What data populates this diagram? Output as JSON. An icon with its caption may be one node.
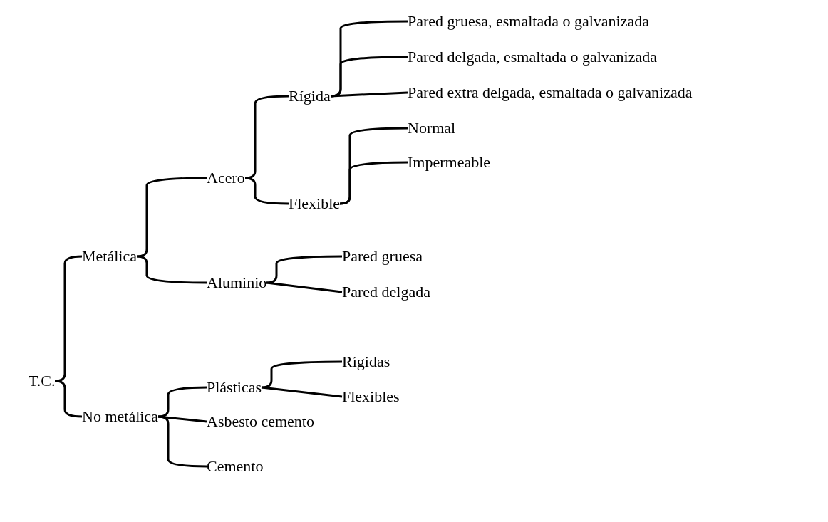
{
  "diagram": {
    "nodes": [
      {
        "text": [
          "T.C."
        ]
      },
      {
        "text": [
          "Metálica"
        ]
      },
      {
        "text": [
          "No metálica"
        ]
      },
      {
        "text": [
          "Acero"
        ]
      },
      {
        "text": [
          "Aluminio"
        ]
      },
      {
        "text": [
          "Plásticas"
        ]
      },
      {
        "text": [
          "Asbesto cemento"
        ]
      },
      {
        "text": [
          "Cemento"
        ]
      },
      {
        "text": [
          "Rígida"
        ]
      },
      {
        "text": [
          "Flexible"
        ]
      },
      {
        "text": [
          "Pared gruesa, esmaltada o galvanizada"
        ]
      },
      {
        "text": [
          "Pared delgada, esmaltada o galvanizada"
        ]
      },
      {
        "text": [
          "Pared extra delgada, esmaltada o galvanizada"
        ]
      },
      {
        "text": [
          "Normal"
        ]
      },
      {
        "text": [
          "Impermeable"
        ]
      },
      {
        "text": [
          "Pared gruesa"
        ]
      },
      {
        "text": [
          "Pared delgada"
        ]
      },
      {
        "text": [
          "Rígidas"
        ]
      },
      {
        "text": [
          "Flexibles"
        ]
      }
    ],
    "edges": [
      {
        "from": 0,
        "to": 1,
        "arrow": "none"
      },
      {
        "from": 0,
        "to": 2,
        "arrow": "none"
      },
      {
        "from": 1,
        "to": 3,
        "arrow": "none"
      },
      {
        "from": 1,
        "to": 4,
        "arrow": "none"
      },
      {
        "from": 2,
        "to": 5,
        "arrow": "none"
      },
      {
        "from": 2,
        "to": 6,
        "arrow": "none"
      },
      {
        "from": 2,
        "to": 7,
        "arrow": "none"
      },
      {
        "from": 3,
        "to": 8,
        "arrow": "none"
      },
      {
        "from": 3,
        "to": 9,
        "arrow": "none"
      },
      {
        "from": 8,
        "to": 10,
        "arrow": "none"
      },
      {
        "from": 8,
        "to": 11,
        "arrow": "none"
      },
      {
        "from": 8,
        "to": 12,
        "arrow": "none"
      },
      {
        "from": 9,
        "to": 13,
        "arrow": "none"
      },
      {
        "from": 9,
        "to": 14,
        "arrow": "none"
      },
      {
        "from": 4,
        "to": 15,
        "arrow": "none"
      },
      {
        "from": 4,
        "to": 16,
        "arrow": "none"
      },
      {
        "from": 5,
        "to": 17,
        "arrow": "none"
      },
      {
        "from": 5,
        "to": 18,
        "arrow": "none"
      }
    ]
  }
}
